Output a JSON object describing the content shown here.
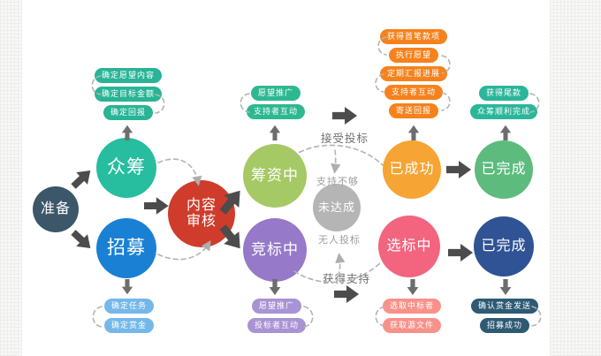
{
  "diagram": {
    "title": "crowdfunding-recruitment-flowchart",
    "nodes": {
      "prepare": {
        "label": "准备",
        "color": "#3c5769"
      },
      "crowdfund": {
        "label": "众筹",
        "color": "#27bd9f"
      },
      "recruit": {
        "label": "招募",
        "color": "#1a80d4"
      },
      "review": {
        "label": "内容审核",
        "lines": [
          "内容",
          "审核"
        ],
        "color": "#cf3c2b"
      },
      "fundraising": {
        "label": "筹资中",
        "color": "#a5c964"
      },
      "bidding": {
        "label": "竞标中",
        "color": "#9679c8"
      },
      "not_reached": {
        "label": "未达成",
        "color": "#b5b5b5"
      },
      "succeeded": {
        "label": "已成功",
        "color": "#f6a433"
      },
      "completed_top": {
        "label": "已完成",
        "color": "#5cbb7d"
      },
      "selecting": {
        "label": "选标中",
        "color": "#f3657f"
      },
      "completed_bottom": {
        "label": "已完成",
        "color": "#2f5394"
      }
    },
    "stacks": {
      "crowdfund_tasks": {
        "color": "#28b495",
        "pills": [
          "确定愿望内容",
          "确定目标金额",
          "确定回报"
        ]
      },
      "recruit_tasks": {
        "color": "#74b8ea",
        "pills": [
          "确定任务",
          "确定赏金"
        ]
      },
      "fundraising_tasks": {
        "color": "#2eb892",
        "pills": [
          "愿望推广",
          "支持者互动"
        ]
      },
      "bidding_tasks": {
        "color": "#a893d4",
        "pills": [
          "愿望推广",
          "投标者互动"
        ]
      },
      "succeeded_tasks": {
        "color": "#f5821d",
        "pills": [
          "获得首笔款项",
          "执行愿望",
          "定期汇报进展",
          "支持者互动",
          "寄送回报"
        ]
      },
      "completed_top_tasks": {
        "color": "#2bb69a",
        "pills": [
          "获得尾款",
          "众筹顺利完成"
        ]
      },
      "selecting_tasks": {
        "color": "#f8918a",
        "pills": [
          "选取中标者",
          "获取源文件"
        ]
      },
      "completed_bottom_tasks": {
        "color": "#2e5a74",
        "pills": [
          "确认赏金发送",
          "招募成功"
        ]
      }
    },
    "labels": {
      "accept_bids": "接受投标",
      "insufficient_support": "支持不够",
      "no_bidders": "无人投标",
      "gain_support": "获得支持"
    },
    "colors": {
      "background": "#ffffff",
      "side_band": "#f8f8f6",
      "arrow_dark": "#4c4c4c",
      "arrow_gray": "#6d6d6d",
      "dashed_connector": "#b3b3b3",
      "label_dark": "#6f6f6f",
      "label_gray": "#9d9d9d"
    }
  }
}
